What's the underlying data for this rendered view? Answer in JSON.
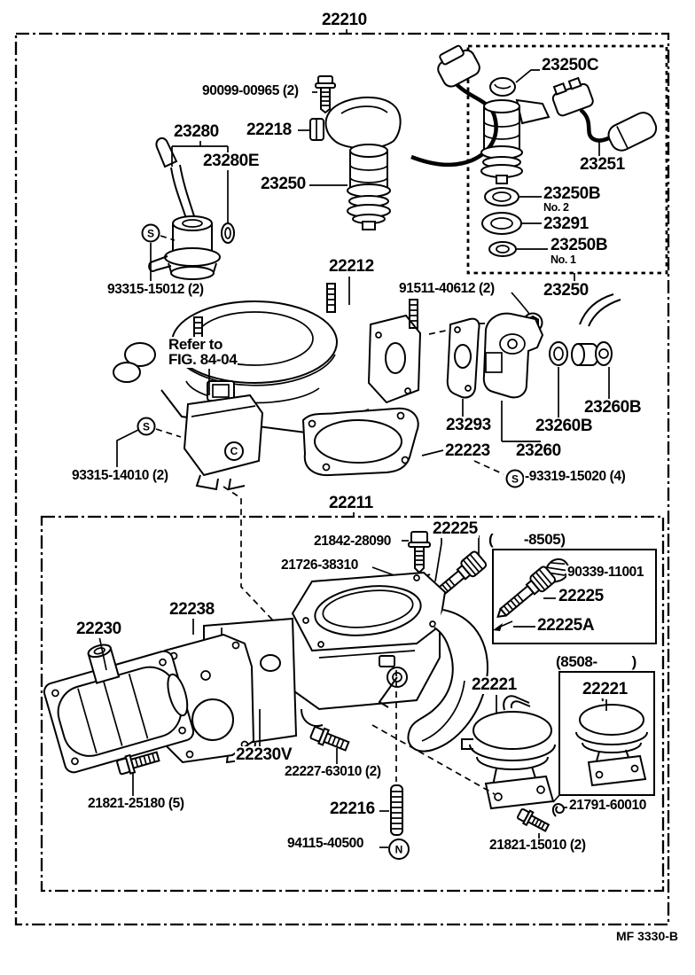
{
  "page": {
    "background": "#ffffff",
    "ink": "#000000"
  },
  "figure": {
    "upper_assembly_no": "22210",
    "lower_assembly_no": "22211",
    "footer_code": "MF 3330-B"
  },
  "symbols": {
    "s": "S",
    "n": "N",
    "c": "C"
  },
  "notes": {
    "refer_line1": "Refer to",
    "refer_line2": "FIG. 84-04"
  },
  "labels": {
    "p22210": "22210",
    "p90099": "90099-00965 (2)",
    "p23280": "23280",
    "p22218": "22218",
    "p23280E": "23280E",
    "p23250_inj": "23250",
    "p23250C": "23250C",
    "p23251": "23251",
    "p23250B_2": "23250B",
    "p23250B_2n": "No. 2",
    "p23291": "23291",
    "p23250B_1": "23250B",
    "p23250B_1n": "No. 1",
    "p23250_kit": "23250",
    "p22212": "22212",
    "p91511": "91511-40612 (2)",
    "p93315_15012": "93315-15012 (2)",
    "p23293": "23293",
    "p23260B_a": "23260B",
    "p23260B_b": "23260B",
    "p23260": "23260",
    "p22223": "22223",
    "p93319": "-93319-15020 (4)",
    "p93315_14010": "93315-14010 (2)",
    "p22211": "22211",
    "p21842": "21842-28090",
    "p21726": "21726-38310",
    "p22225_a": "22225",
    "range_pre": "(        -8505)",
    "p90339": "90339-11001",
    "p22225_b": "22225",
    "p22225A": "22225A",
    "p22238": "22238",
    "p22230": "22230",
    "range_post": "(8508-         )",
    "p22221_a": "22221",
    "p22221_b": "22221",
    "p22230V": "22230V",
    "p22227": "22227-63010 (2)",
    "p21821_25180": "21821-25180 (5)",
    "p22216": "22216",
    "p94115": "94115-40500",
    "p21791": "21791-60010",
    "p21821_15010": "21821-15010 (2)",
    "footer": "MF 3330-B"
  }
}
